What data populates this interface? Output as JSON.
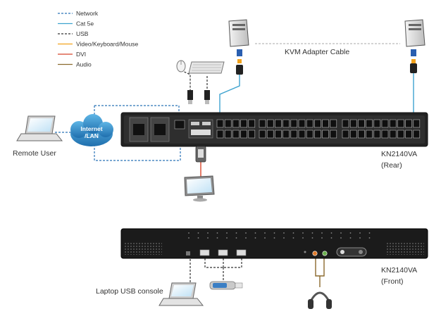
{
  "legend": [
    {
      "label": "Network",
      "color": "#2a73b8",
      "dash": "3,2"
    },
    {
      "label": "Cat 5e",
      "color": "#3ea3cf",
      "dash": ""
    },
    {
      "label": "USB",
      "color": "#333333",
      "dash": "3,2"
    },
    {
      "label": "Video/Keyboard/Mouse",
      "color": "#f2a21b",
      "dash": ""
    },
    {
      "label": "DVI",
      "color": "#d8452a",
      "dash": ""
    },
    {
      "label": "Audio",
      "color": "#8b6a2e",
      "dash": ""
    }
  ],
  "labels": {
    "cloud": [
      "Internet",
      "/LAN"
    ],
    "remote_user": "Remote User",
    "kvm_cable": "KVM Adapter Cable",
    "rear": [
      "KN2140VA",
      "(Rear)"
    ],
    "front": [
      "KN2140VA",
      "(Front)"
    ],
    "laptop_console": "Laptop USB console"
  }
}
